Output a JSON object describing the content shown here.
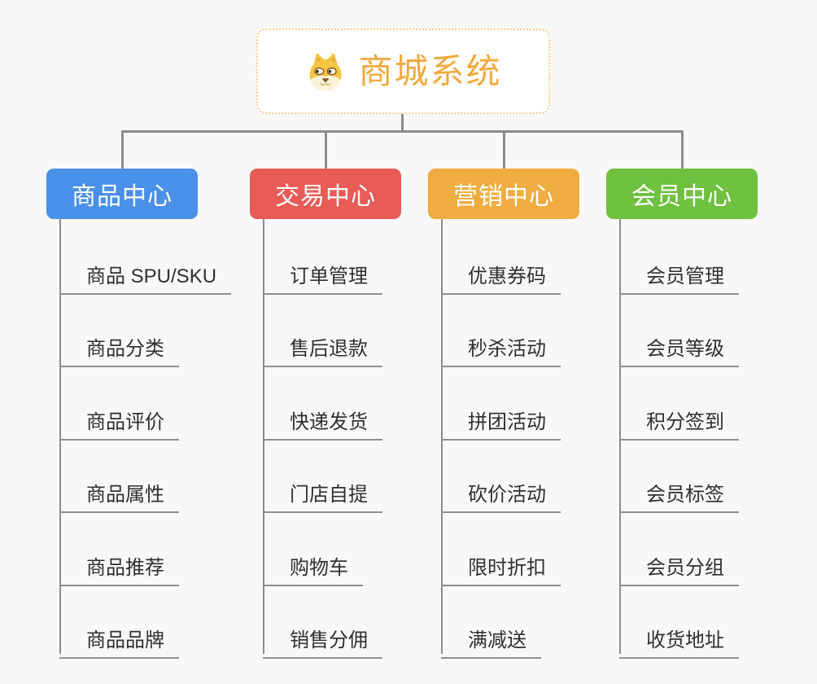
{
  "root": {
    "title": "商城系统",
    "icon": "dog-face-icon",
    "accent_color": "#F2A93E"
  },
  "colors": {
    "connector": "#8C8C8C",
    "item_underline": "#909090",
    "item_text": "#303030",
    "background": "#F8F8F8"
  },
  "branches": [
    {
      "label": "商品中心",
      "color": "#4B90E8",
      "items": [
        "商品 SPU/SKU",
        "商品分类",
        "商品评价",
        "商品属性",
        "商品推荐",
        "商品品牌"
      ]
    },
    {
      "label": "交易中心",
      "color": "#E95B55",
      "items": [
        "订单管理",
        "售后退款",
        "快递发货",
        "门店自提",
        "购物车",
        "销售分佣"
      ]
    },
    {
      "label": "营销中心",
      "color": "#EFAC40",
      "items": [
        "优惠券码",
        "秒杀活动",
        "拼团活动",
        "砍价活动",
        "限时折扣",
        "满减送"
      ]
    },
    {
      "label": "会员中心",
      "color": "#6FC13F",
      "items": [
        "会员管理",
        "会员等级",
        "积分签到",
        "会员标签",
        "会员分组",
        "收货地址"
      ]
    }
  ]
}
